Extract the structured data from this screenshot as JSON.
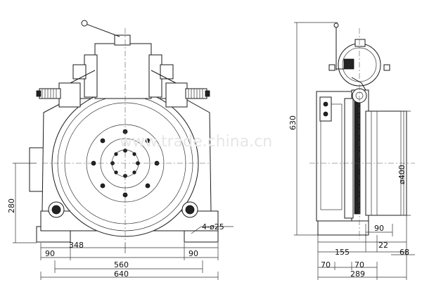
{
  "watermark": "www.trade.china.cn",
  "dimensions": {
    "d280": "280",
    "d348": "348",
    "d90_left": "90",
    "d90_right": "90",
    "d560": "560",
    "d640": "640",
    "hole": "4-ø25",
    "d630": "630",
    "d400": "ø400",
    "d90_side": "90",
    "d155": "155",
    "d22": "22",
    "d68": "68",
    "d70_left": "70",
    "d70_right": "70",
    "d289": "289"
  }
}
